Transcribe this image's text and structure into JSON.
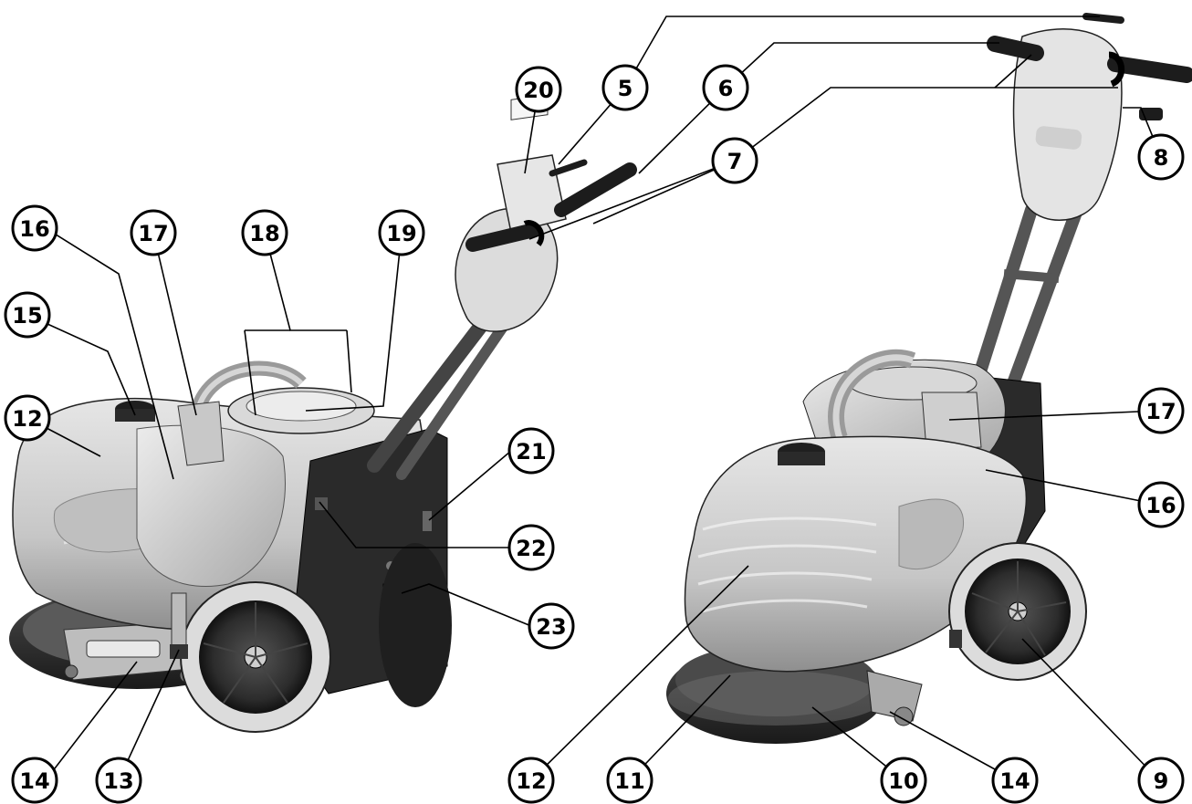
{
  "diagram": {
    "callouts": [
      "5",
      "6",
      "7",
      "8",
      "9",
      "10",
      "11",
      "12",
      "13",
      "14",
      "15",
      "16",
      "17",
      "18",
      "19",
      "20",
      "21",
      "22",
      "23"
    ],
    "colors": {
      "body_light": "#d2d2d2",
      "body_shade": "#9a9a9a",
      "dark_panel": "#2a2a2a",
      "outline": "#000000",
      "background": "#ffffff"
    }
  }
}
